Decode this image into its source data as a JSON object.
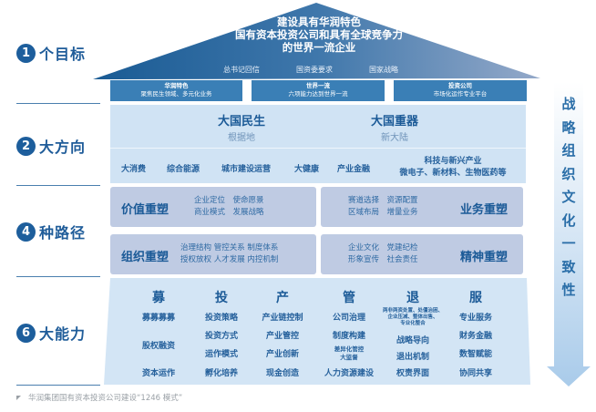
{
  "levels": [
    {
      "number": "1",
      "label": "个目标"
    },
    {
      "number": "2",
      "label": "大方向"
    },
    {
      "number": "4",
      "label": "种路径"
    },
    {
      "number": "6",
      "label": "大能力"
    }
  ],
  "goal": {
    "title_lines": [
      "建设具有华润特色",
      "国有资本投资公司和具有全球竞争力",
      "的世界一流企业"
    ],
    "sources": [
      "总书记回信",
      "国资委要求",
      "国家战略"
    ],
    "pillars": [
      {
        "title": "华润特色",
        "desc": "聚焦民生领域、多元化业务"
      },
      {
        "title": "世界一流",
        "desc": "六项能力达到世界一流"
      },
      {
        "title": "投资公司",
        "desc": "市场化运作专业平台"
      }
    ]
  },
  "directions": {
    "main": [
      {
        "title": "大国民生",
        "sub": "根据地"
      },
      {
        "title": "大国重器",
        "sub": "新大陆"
      }
    ],
    "sectors": [
      "大消费",
      "综合能源",
      "城市建设运营",
      "大健康",
      "产业金融"
    ],
    "tech": {
      "line1": "科技与新兴产业",
      "line2": "微电子、新材料、生物医药等"
    }
  },
  "paths": [
    {
      "title": "价值重塑",
      "items": [
        "企业定位　使命愿景",
        "商业模式　发展战略"
      ]
    },
    {
      "title": "组织重塑",
      "items": [
        "治理结构 管控关系 制度体系",
        "授权放权 人才发展 内控机制"
      ]
    },
    {
      "title": "业务重塑",
      "items": [
        "赛道选择　资源配置",
        "区域布局　增量业务"
      ]
    },
    {
      "title": "精神重塑",
      "items": [
        "企业文化　党建纪检",
        "形象宣传　社会责任"
      ]
    }
  ],
  "capabilities": [
    {
      "head": "募",
      "items": [
        "募募募募",
        "股权融资",
        "资本运作"
      ]
    },
    {
      "head": "投",
      "items": [
        "投资策略",
        "投资方式",
        "运作模式",
        "孵化培养"
      ]
    },
    {
      "head": "产",
      "items": [
        "产业链控制",
        "产业管控",
        "产业创新",
        "现金创造"
      ]
    },
    {
      "head": "管",
      "items": [
        "公司治理",
        "制度构建",
        "差异化管控",
        "大监督",
        "人力资源建设"
      ]
    },
    {
      "head": "退",
      "items": [
        "两非两资处置、处僵治困、",
        "企业压减、整体出售、",
        "专业化整合",
        "战略导向",
        "退出机制",
        "权责界面"
      ]
    },
    {
      "head": "服",
      "items": [
        "专业服务",
        "财务金融",
        "数智赋能",
        "协同共享"
      ]
    }
  ],
  "side_arrow": {
    "chars": [
      "战",
      "略",
      "组",
      "织",
      "文",
      "化",
      "一",
      "致",
      "性"
    ]
  },
  "caption": "华润集团国有资本投资公司建设“1246 模式”",
  "colors": {
    "primary": "#1d5e9c",
    "band": "#3a7fb6",
    "direction_bg": "#d0e3f4",
    "path_bg": "#bfcbe3",
    "capability_bg": "#d3e5f5"
  }
}
